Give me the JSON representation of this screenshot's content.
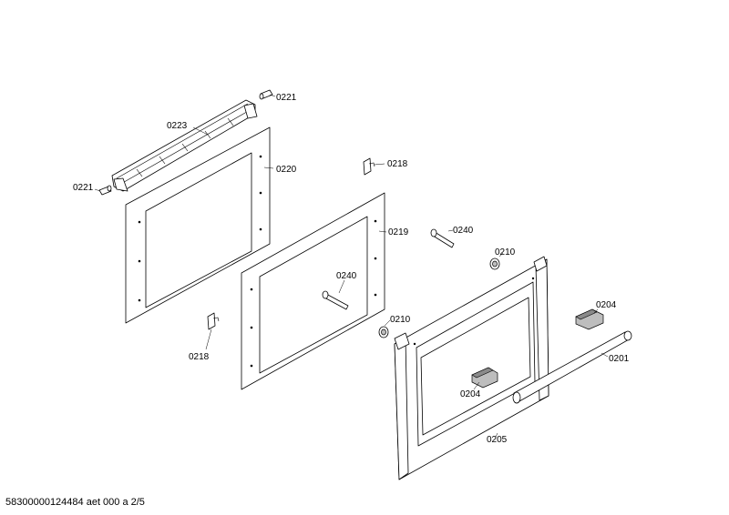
{
  "footer": {
    "text": "58300000124484 aet 000 a 2/5"
  },
  "labels": {
    "l0221a": "0221",
    "l0223": "0223",
    "l0221b": "0221",
    "l0220": "0220",
    "l0218a": "0218",
    "l0219": "0219",
    "l0240a": "0240",
    "l0210a": "0210",
    "l0240b": "0240",
    "l0218b": "0218",
    "l0210b": "0210",
    "l0204a": "0204",
    "l0201": "0201",
    "l0204b": "0204",
    "l0205": "0205"
  }
}
